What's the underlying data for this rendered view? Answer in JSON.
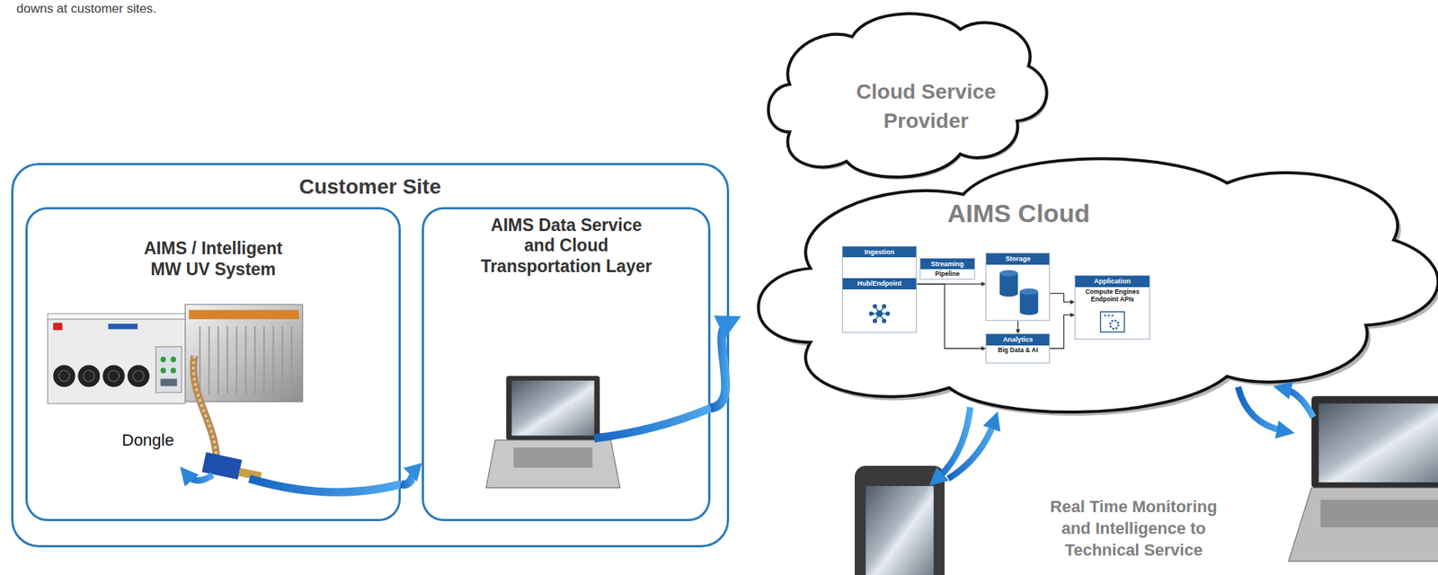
{
  "diagram": {
    "nodes": [
      {
        "text": [
          "Customer Site"
        ]
      },
      {
        "text": [
          "AIMS / Intelligent MW UV System"
        ],
        "in": 0
      },
      {
        "text": [
          "AIMS Data Service and Cloud Transportation Layer"
        ],
        "in": 0
      },
      {
        "text": [
          "Cloud Service Provider"
        ]
      },
      {
        "text": [
          "AIMS Cloud"
        ]
      },
      {
        "text": [
          "Ingestion",
          "Hub/Endpoint"
        ],
        "in": 4
      },
      {
        "text": [
          "Streaming",
          "Pipeline"
        ],
        "in": 4
      },
      {
        "text": [
          "Storage"
        ],
        "in": 4
      },
      {
        "text": [
          "Analytics",
          "Big Data & AI"
        ],
        "in": 4
      },
      {
        "text": [
          "Application",
          "Compute Engines Endpoint APIs"
        ],
        "in": 4
      }
    ],
    "edges": [
      {
        "from": 1,
        "to": 2,
        "arrow": "to"
      },
      {
        "from": 2,
        "to": 4,
        "arrow": "to"
      },
      {
        "from": 5,
        "to": 7,
        "arrow": "to"
      },
      {
        "from": 5,
        "to": 8,
        "arrow": "to"
      },
      {
        "from": 7,
        "to": 8,
        "arrow": "to"
      },
      {
        "from": 7,
        "to": 9,
        "arrow": "to"
      },
      {
        "from": 8,
        "to": 9,
        "arrow": "to"
      }
    ],
    "labels": [
      "downs at customer sites.",
      "Dongle",
      "Real Time Monitoring and Intelligence to Technical Service"
    ]
  }
}
